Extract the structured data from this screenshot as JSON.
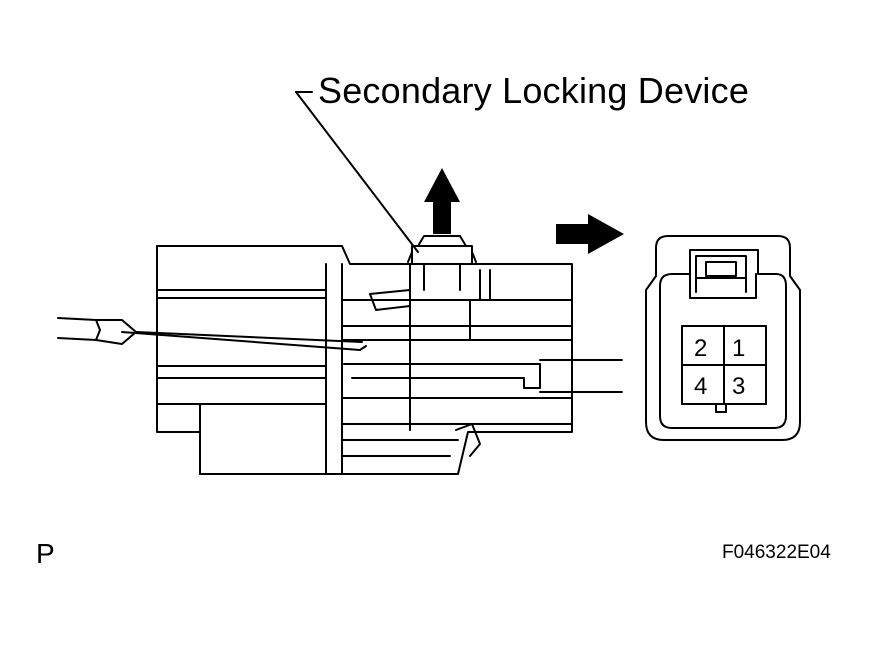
{
  "diagram": {
    "callout_label": "Secondary Locking Device",
    "corner_mark": "P",
    "figure_code": "F046322E04",
    "terminal_numbers": [
      "2",
      "1",
      "4",
      "3"
    ],
    "line_color": "#000000",
    "background_color": "#ffffff"
  }
}
